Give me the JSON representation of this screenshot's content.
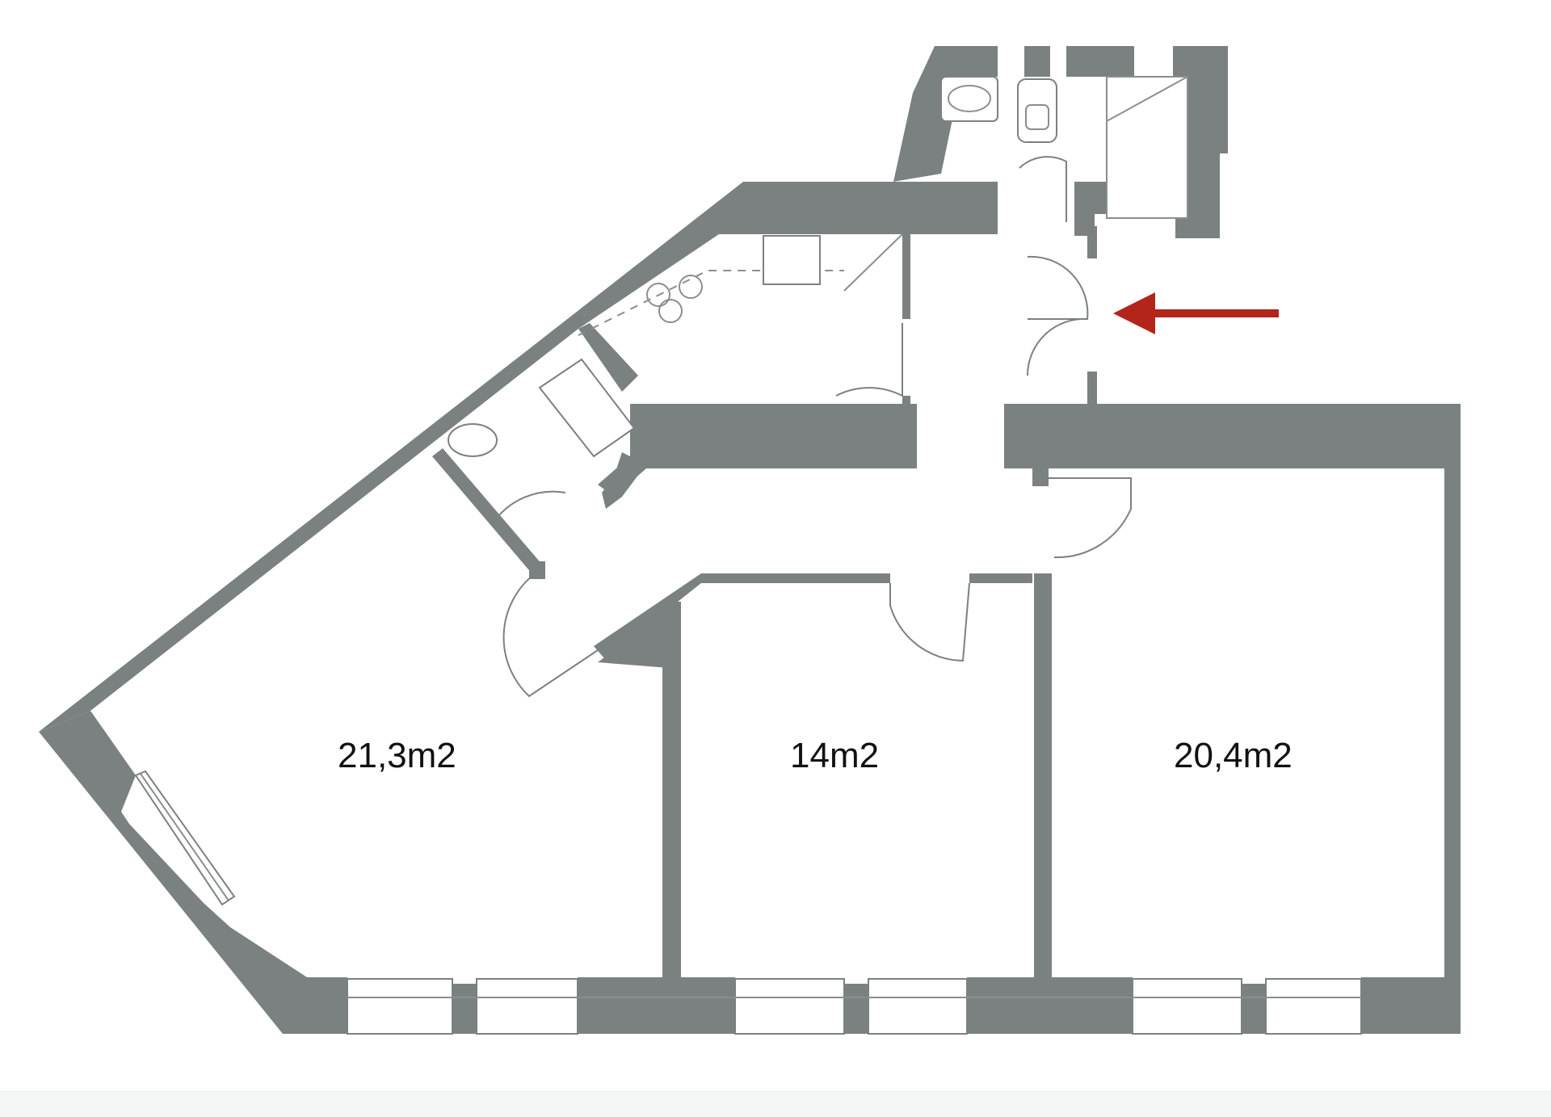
{
  "rooms": [
    {
      "label": "21,3m2"
    },
    {
      "label": "14m2"
    },
    {
      "label": "20,4m2"
    }
  ],
  "entrance_arrow": {
    "color": "#b3241b",
    "icon": "arrow-left-icon"
  },
  "colors": {
    "wall": "#7b8180",
    "background": "#ffffff"
  }
}
